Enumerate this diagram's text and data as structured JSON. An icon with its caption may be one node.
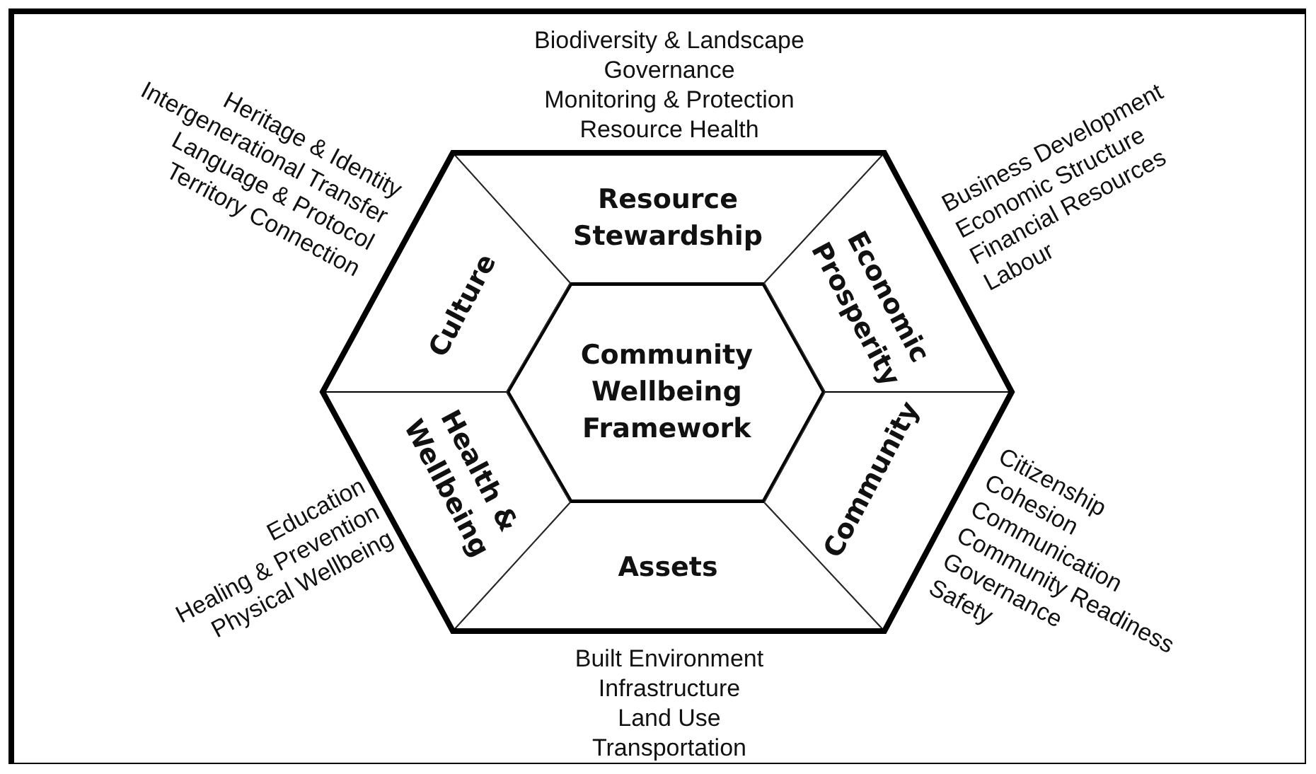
{
  "diagram": {
    "nodes": [
      {
        "text": [
          "Community Wellbeing Framework"
        ]
      },
      {
        "text": [
          "Resource Stewardship"
        ],
        "beside": [
          "Biodiversity & Landscape",
          "Governance",
          "Monitoring & Protection",
          "Resource Health"
        ]
      },
      {
        "text": [
          "Economic Prosperity"
        ],
        "beside": [
          "Business Development",
          "Economic Structure",
          "Financial Resources",
          "Labour"
        ]
      },
      {
        "text": [
          "Community"
        ],
        "beside": [
          "Citizenship",
          "Cohesion",
          "Communication",
          "Community Readiness",
          "Governance",
          "Safety"
        ]
      },
      {
        "text": [
          "Assets"
        ],
        "beside": [
          "Built Environment",
          "Infrastructure",
          "Land Use",
          "Transportation"
        ]
      },
      {
        "text": [
          "Health & Wellbeing"
        ],
        "beside": [
          "Education",
          "Healing & Prevention",
          "Physical Wellbeing"
        ]
      },
      {
        "text": [
          "Culture"
        ],
        "beside": [
          "Heritage & Identity",
          "Intergenerational Transfer",
          "Language & Protocol",
          "Territory Connection"
        ]
      }
    ],
    "edges": []
  }
}
